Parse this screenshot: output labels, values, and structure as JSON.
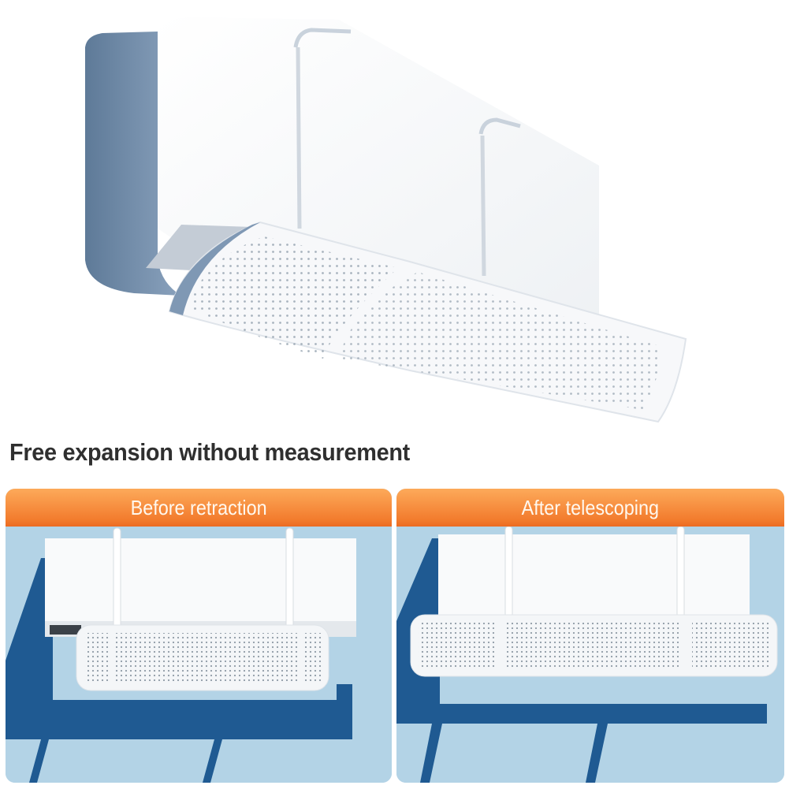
{
  "hero": {
    "image_alt": "White air conditioner with telescoping perforated wind deflector attached underneath"
  },
  "headline": "Free expansion without measurement",
  "panels": [
    {
      "title": "Before retraction",
      "image_alt": "Air conditioner with deflector in retracted (shorter) state on a blue wall"
    },
    {
      "title": "After telescoping",
      "image_alt": "Air conditioner with deflector extended to full width on a blue wall"
    }
  ],
  "colors": {
    "header_orange_top": "#fdaa5a",
    "header_orange_bottom": "#ec6a22",
    "wall_blue": "#b3d3e6",
    "shadow_blue": "#1f5a92",
    "headline_text": "#2f2f2f"
  }
}
